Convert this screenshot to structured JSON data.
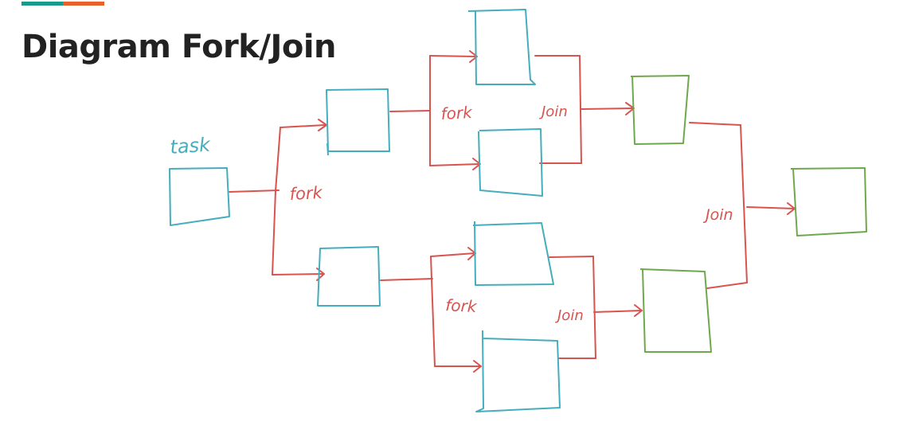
{
  "header": {
    "title": "Diagram Fork/Join",
    "accent_colors": [
      "#1a9a8c",
      "#e8612c"
    ]
  },
  "diagram": {
    "colors": {
      "task_box": "#45aebd",
      "joined_box": "#6fa84c",
      "connector": "#d9534f"
    },
    "labels": {
      "task": "task",
      "fork_root": "fork",
      "fork_upper": "fork",
      "fork_lower": "fork",
      "join_upper": "Join",
      "join_lower": "Join",
      "join_final": "Join"
    }
  }
}
